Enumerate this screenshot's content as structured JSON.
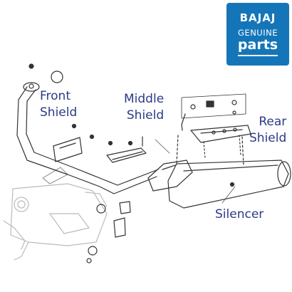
{
  "brand_badge": {
    "brand": "BAJAJ",
    "line1": "GENUINE",
    "line2": "parts",
    "color": "#1476b8"
  },
  "callouts": {
    "front_shield": [
      "Front",
      "Shield"
    ],
    "middle_shield": [
      "Middle",
      "Shield"
    ],
    "rear_shield": [
      "Rear",
      "Shield"
    ],
    "silencer": "Silencer"
  },
  "colors": {
    "label_text": "#2b3a86",
    "line_art": "#333333",
    "faded_frame": "#bbbbbb"
  }
}
